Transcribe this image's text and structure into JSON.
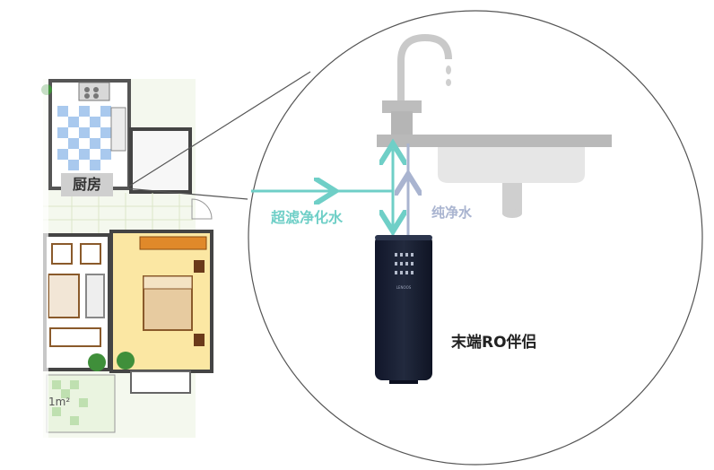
{
  "labels": {
    "kitchen": "厨房",
    "ultrafiltered_water": "超滤净化水",
    "pure_water": "纯净水",
    "device": "末端RO伴侣",
    "room_area": "1m²",
    "device_brand": "LENOOS"
  },
  "colors": {
    "ultrafiltered_line": "#6fcfc7",
    "pure_line": "#a9b4d0",
    "device_body": "#1c2233",
    "sink": "#b9b9b9",
    "circle_outline": "#555555",
    "floorplan_accent": "#f4d35e"
  },
  "icons": {
    "faucet": "faucet-icon",
    "sink": "sink-icon",
    "purifier": "water-purifier-icon",
    "plant": "plant-icon"
  }
}
